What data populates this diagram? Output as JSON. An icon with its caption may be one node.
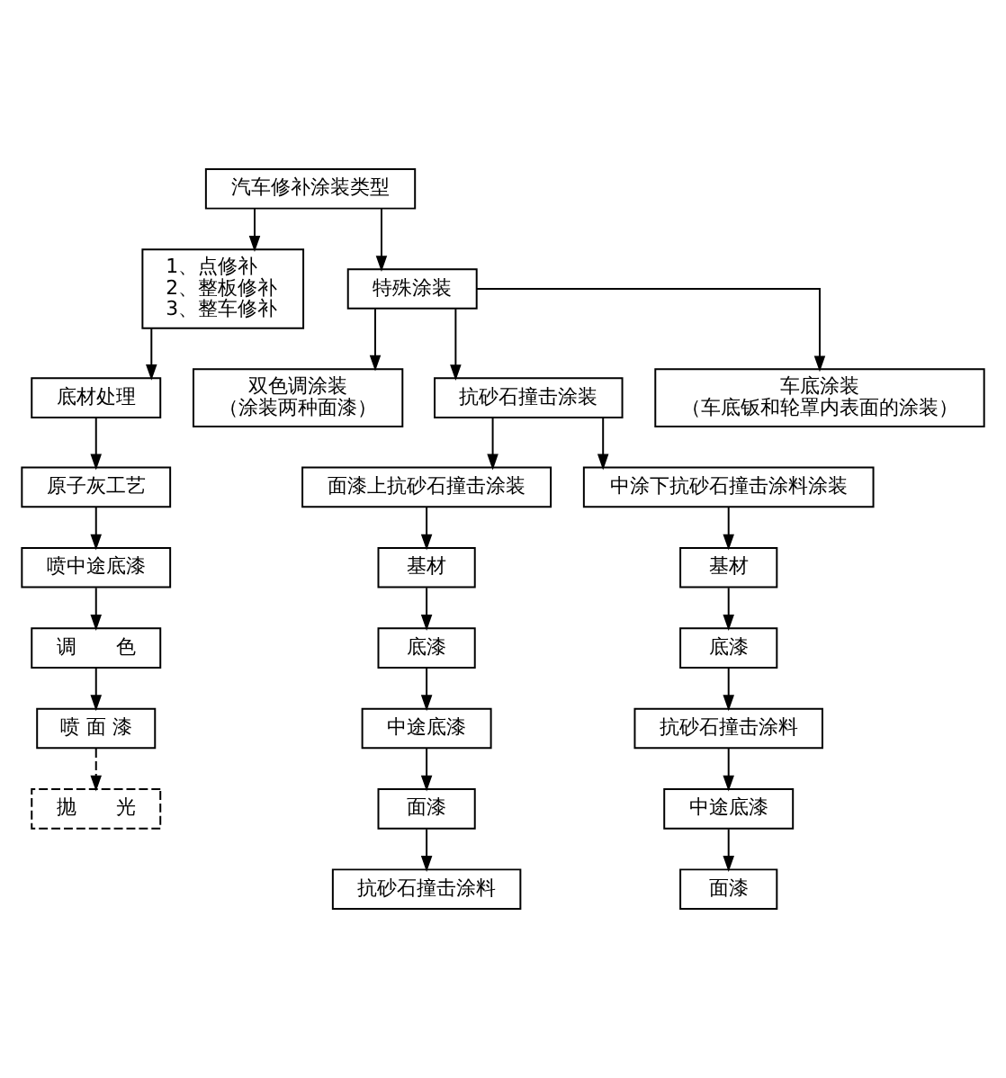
{
  "diagram": {
    "nodes": [
      {
        "text": [
          "汽车修补涂装类型"
        ]
      },
      {
        "text": [
          "1、点修补",
          "2、整板修补",
          "3、整车修补"
        ]
      },
      {
        "text": [
          "特殊涂装"
        ]
      },
      {
        "text": [
          "底材处理"
        ]
      },
      {
        "text": [
          "原子灰工艺"
        ]
      },
      {
        "text": [
          "喷中途底漆"
        ]
      },
      {
        "text": [
          "调　　色"
        ]
      },
      {
        "text": [
          "喷 面 漆"
        ]
      },
      {
        "text": [
          "抛　　光"
        ]
      },
      {
        "text": [
          "双色调涂装",
          "（涂装两种面漆）"
        ]
      },
      {
        "text": [
          "抗砂石撞击涂装"
        ]
      },
      {
        "text": [
          "车底涂装",
          "（车底钣和轮罩内表面的涂装）"
        ]
      },
      {
        "text": [
          "面漆上抗砂石撞击涂装"
        ]
      },
      {
        "text": [
          "中涂下抗砂石撞击涂料涂装"
        ]
      },
      {
        "text": [
          "基材"
        ]
      },
      {
        "text": [
          "基材"
        ]
      },
      {
        "text": [
          "底漆"
        ]
      },
      {
        "text": [
          "底漆"
        ]
      },
      {
        "text": [
          "中途底漆"
        ]
      },
      {
        "text": [
          "抗砂石撞击涂料"
        ]
      },
      {
        "text": [
          "面漆"
        ]
      },
      {
        "text": [
          "中途底漆"
        ]
      },
      {
        "text": [
          "抗砂石撞击涂料"
        ]
      },
      {
        "text": [
          "面漆"
        ]
      }
    ],
    "edges": [
      {
        "from": 0,
        "to": 1,
        "arrow": "to"
      },
      {
        "from": 0,
        "to": 2,
        "arrow": "to"
      },
      {
        "from": 1,
        "to": 3,
        "arrow": "to"
      },
      {
        "from": 3,
        "to": 4,
        "arrow": "to"
      },
      {
        "from": 4,
        "to": 5,
        "arrow": "to"
      },
      {
        "from": 5,
        "to": 6,
        "arrow": "to"
      },
      {
        "from": 6,
        "to": 7,
        "arrow": "to"
      },
      {
        "from": 7,
        "to": 8,
        "arrow": "to",
        "style": "dashed"
      },
      {
        "from": 2,
        "to": 9,
        "arrow": "to"
      },
      {
        "from": 2,
        "to": 10,
        "arrow": "to"
      },
      {
        "from": 2,
        "to": 11,
        "arrow": "to"
      },
      {
        "from": 10,
        "to": 12,
        "arrow": "to"
      },
      {
        "from": 10,
        "to": 13,
        "arrow": "to"
      },
      {
        "from": 12,
        "to": 14,
        "arrow": "to"
      },
      {
        "from": 14,
        "to": 16,
        "arrow": "to"
      },
      {
        "from": 16,
        "to": 18,
        "arrow": "to"
      },
      {
        "from": 18,
        "to": 20,
        "arrow": "to"
      },
      {
        "from": 20,
        "to": 22,
        "arrow": "to"
      },
      {
        "from": 13,
        "to": 15,
        "arrow": "to"
      },
      {
        "from": 15,
        "to": 17,
        "arrow": "to"
      },
      {
        "from": 17,
        "to": 19,
        "arrow": "to"
      },
      {
        "from": 19,
        "to": 21,
        "arrow": "to"
      },
      {
        "from": 21,
        "to": 23,
        "arrow": "to"
      }
    ]
  }
}
